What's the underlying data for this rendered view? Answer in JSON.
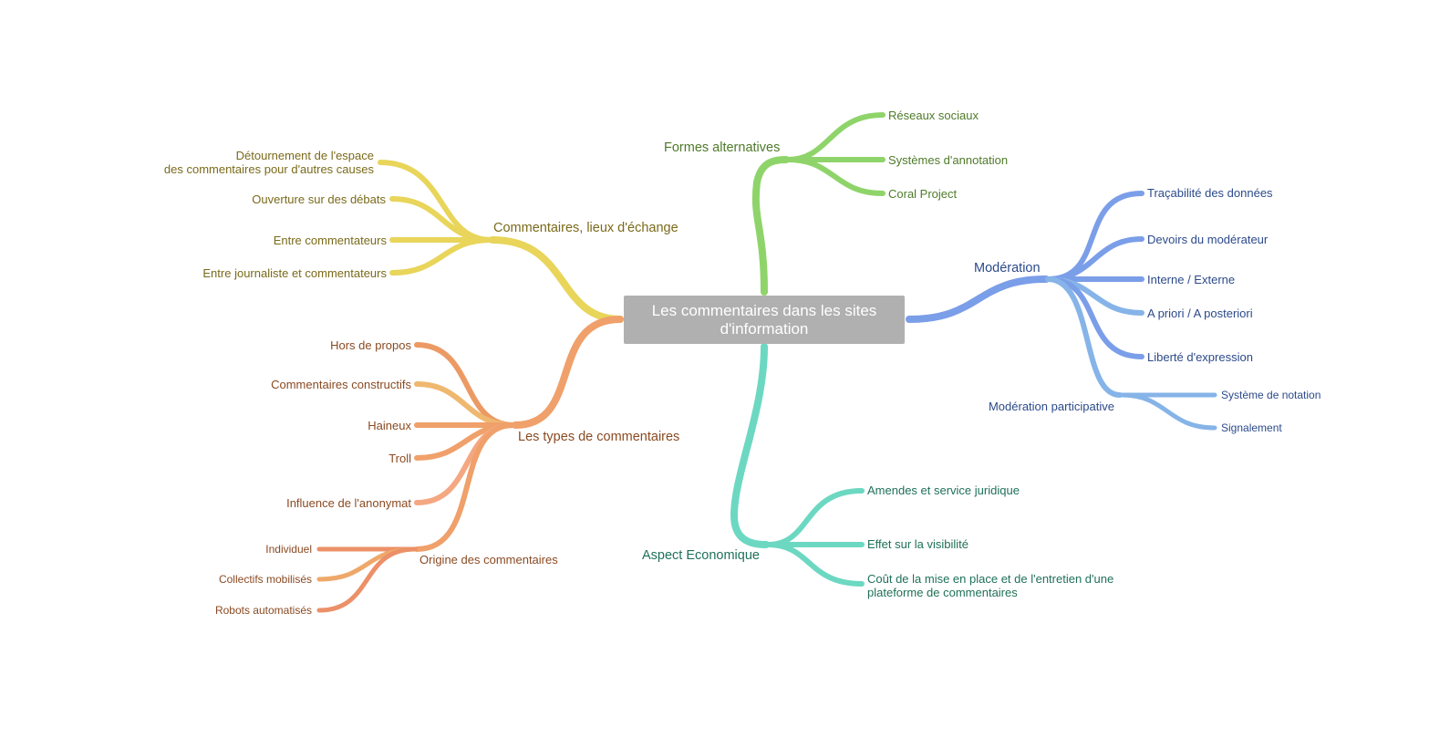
{
  "root": {
    "line1": "Les commentaires dans les sites",
    "line2": "d'information"
  },
  "branches": {
    "commentaires_lieux": {
      "label": "Commentaires, lieux d'échange",
      "color": "#e8d55a",
      "children": {
        "detournement_1": "Détournement de l'espace",
        "detournement_2": "des commentaires pour d'autres causes",
        "ouverture": "Ouverture sur des débats",
        "entre_commentateurs": "Entre commentateurs",
        "entre_journaliste": "Entre journaliste et commentateurs"
      }
    },
    "types": {
      "label": "Les types de commentaires",
      "color": "#f0a06a",
      "children": {
        "hors_propos": "Hors de propos",
        "constructifs": "Commentaires constructifs",
        "haineux": "Haineux",
        "troll": "Troll",
        "anonymat": "Influence de l'anonymat",
        "origine": {
          "label": "Origine des commentaires",
          "children": {
            "individuel": "Individuel",
            "collectifs": "Collectifs mobilisés",
            "robots": "Robots automatisés"
          }
        }
      }
    },
    "formes": {
      "label": "Formes alternatives",
      "color": "#8fd46a",
      "children": {
        "reseaux": "Réseaux sociaux",
        "annotation": "Systèmes d'annotation",
        "coral": "Coral Project"
      }
    },
    "moderation": {
      "label": "Modération",
      "color": "#7b9ee8",
      "children": {
        "tracabilite": "Traçabilité des données",
        "devoirs": "Devoirs du modérateur",
        "interne": "Interne / Externe",
        "apriori": "A priori / A posteriori",
        "liberte": "Liberté d'expression",
        "participative": {
          "label": "Modération participative",
          "children": {
            "notation": "Système de notation",
            "signalement": "Signalement"
          }
        }
      }
    },
    "economique": {
      "label": "Aspect Economique",
      "color": "#6cd8c2",
      "children": {
        "amendes": "Amendes et service juridique",
        "visibilite": "Effet sur la visibilité",
        "cout_1": "Coût de la mise en place et de l'entretien d'une",
        "cout_2": "plateforme de commentaires"
      }
    }
  }
}
